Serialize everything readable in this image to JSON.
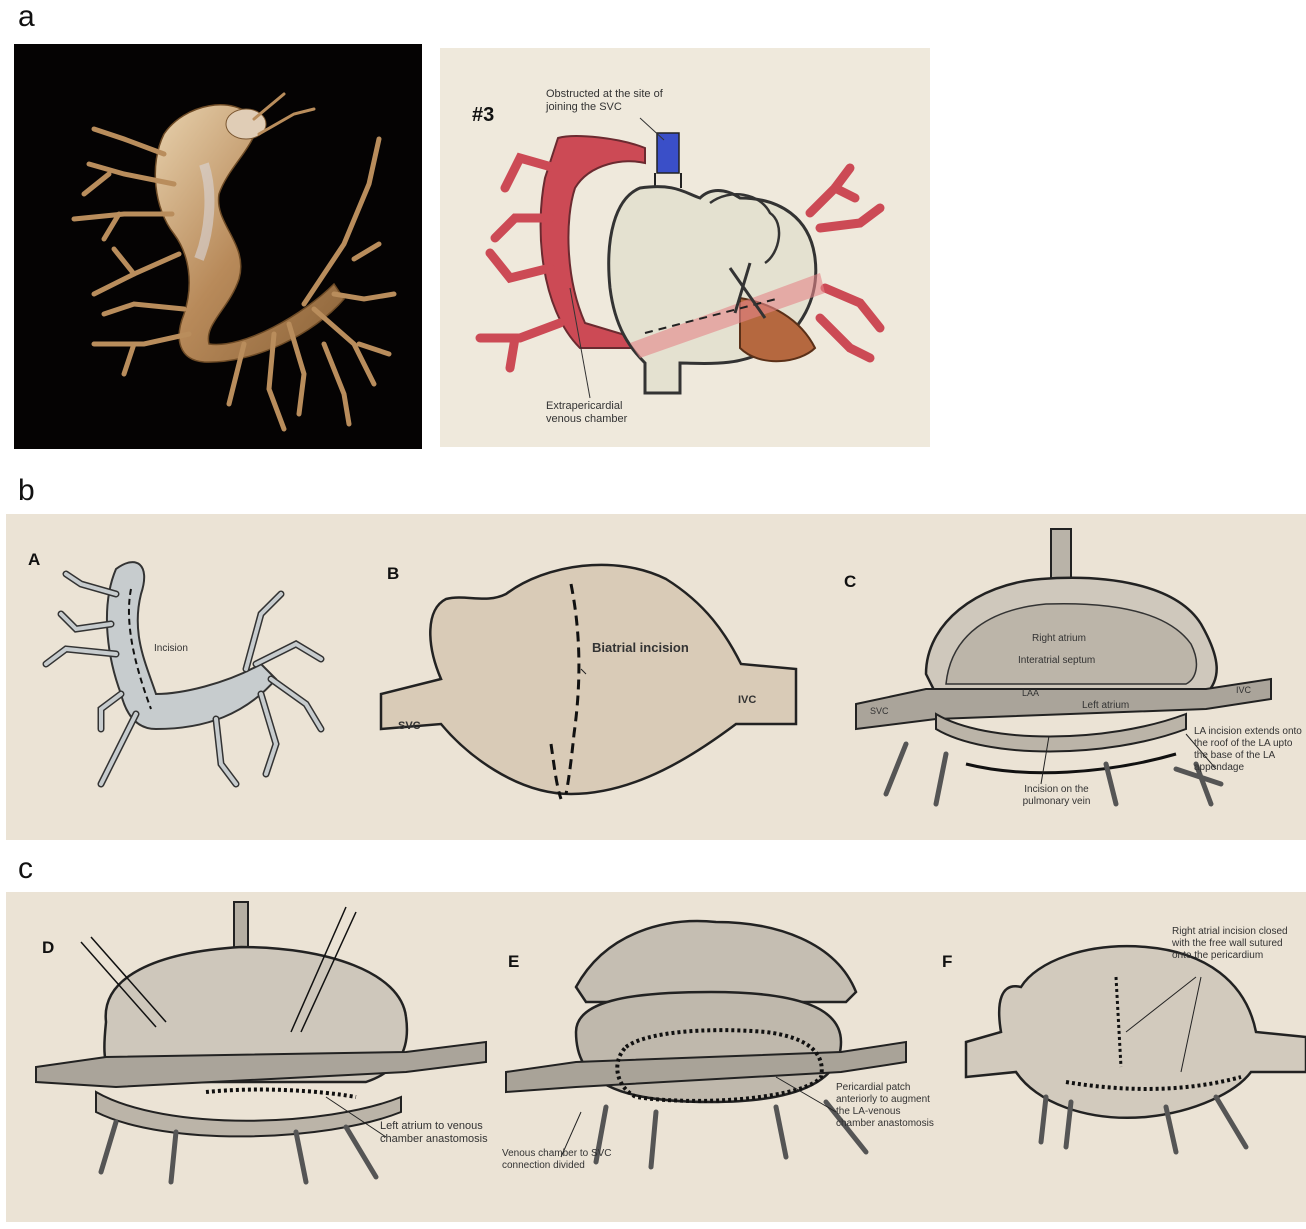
{
  "panels": {
    "a": "a",
    "b": "b",
    "c": "c"
  },
  "panel_a": {
    "scheme_number": "#3",
    "obstruction_label": "Obstructed  at the site of joining the SVC",
    "chamber_label": "Extrapericardial venous chamber"
  },
  "panel_b": {
    "A": {
      "letter": "A",
      "incision": "Incision"
    },
    "B": {
      "letter": "B",
      "incision": "Biatrial incision",
      "svc": "SVC",
      "ivc": "IVC"
    },
    "C": {
      "letter": "C",
      "right_atrium": "Right atrium",
      "septum": "Interatrial septum",
      "laa": "LAA",
      "left_atrium": "Left atrium",
      "svc": "SVC",
      "ivc": "IVC",
      "la_incision": "LA incision extends onto the roof of the LA upto the base of the LA appendage",
      "pv_incision": "Incision on the pulmonary vein"
    }
  },
  "panel_c": {
    "D": {
      "letter": "D",
      "anastomosis": "Left atrium to venous chamber anastomosis"
    },
    "E": {
      "letter": "E",
      "patch": "Pericardial patch anteriorly to augment the LA-venous chamber anastomosis",
      "divided": "Venous chamber to SVC connection divided"
    },
    "F": {
      "letter": "F",
      "closure": "Right atrial incision closed with the free wall sutured onto the pericardium"
    }
  },
  "colors": {
    "ct_background": "#050303",
    "ct_vessel": "#c9a274",
    "sketch_background": "#efe9dc",
    "vein_red": "#cc4a55",
    "obstruction_blue": "#3a4fc8",
    "panel_background": "#ebe3d5",
    "atrium_fill": "#d9d0c2"
  }
}
